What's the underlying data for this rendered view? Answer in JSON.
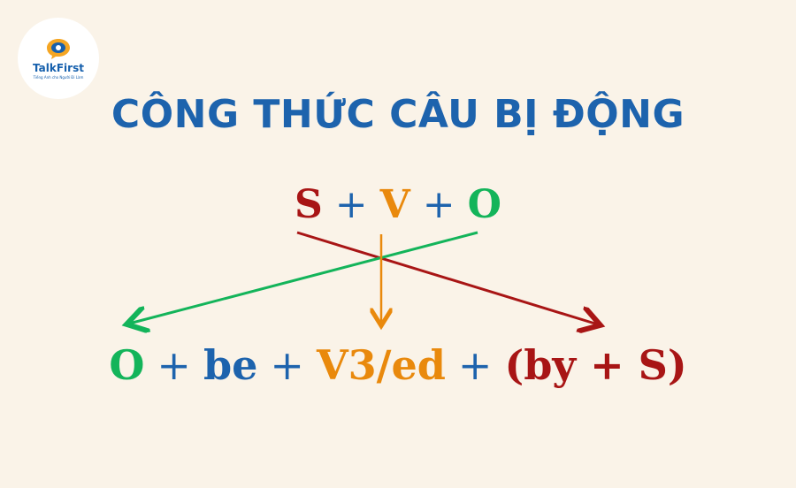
{
  "logo": {
    "name": "TalkFirst",
    "tagline": "Tiếng Anh cho Người Đi Làm"
  },
  "title": "CÔNG THỨC CÂU BỊ ĐỘNG",
  "active_formula": {
    "s": "S",
    "op1": "+",
    "v": "V",
    "op2": "+",
    "o": "O"
  },
  "passive_formula": {
    "o": "O",
    "op1": "+",
    "be": "be",
    "op2": "+",
    "v3": "V3/ed",
    "op3": "+",
    "by_s": "(by + S)"
  },
  "colors": {
    "subject": "#a81515",
    "verb": "#e9890c",
    "object": "#13b45a",
    "be_and_operators": "#1d63ad",
    "background": "#faf3e8"
  }
}
